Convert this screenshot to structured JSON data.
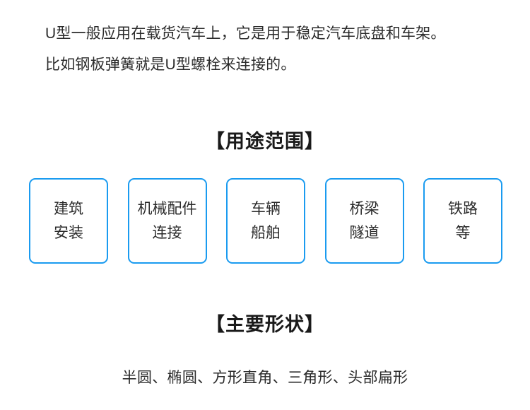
{
  "theme": {
    "background": "#ffffff",
    "text_color": "#2b2b2b",
    "heading_color": "#1a1a1a",
    "box_border_color": "#1a9bf0"
  },
  "intro": {
    "line1": "U型一般应用在载货汽车上，它是用于稳定汽车底盘和车架。",
    "line2": "比如钢板弹簧就是U型螺栓来连接的。"
  },
  "usage_section": {
    "heading": "【用途范围】",
    "boxes": [
      {
        "line1": "建筑",
        "line2": "安装"
      },
      {
        "line1": "机械配件",
        "line2": "连接"
      },
      {
        "line1": "车辆",
        "line2": "船舶"
      },
      {
        "line1": "桥梁",
        "line2": "隧道"
      },
      {
        "line1": "铁路",
        "line2": "等"
      }
    ]
  },
  "shapes_section": {
    "heading": "【主要形状】",
    "list": "半圆、椭圆、方形直角、三角形、头部扁形"
  }
}
